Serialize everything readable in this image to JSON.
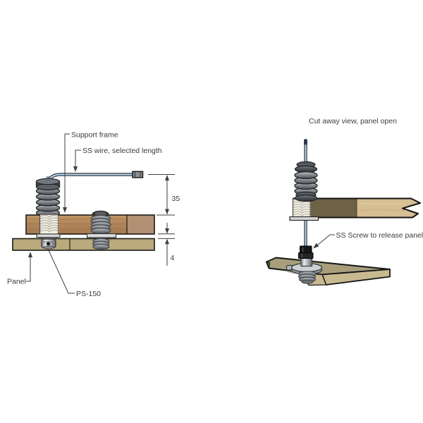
{
  "left_view": {
    "labels": {
      "support_frame": "Support frame",
      "ss_wire": "SS wire, selected length",
      "panel": "Panel",
      "product_code": "PS-150"
    },
    "dimensions": {
      "wire_to_frame": "35",
      "frame_to_panel_gap": "4"
    }
  },
  "right_view": {
    "caption": "Cut away view, panel open",
    "labels": {
      "ss_screw": "SS Screw to release panel"
    }
  },
  "colors": {
    "frame_wood": "#b0845a",
    "panel_wood": "#beae7f",
    "cut_face_dark": "#6d6246",
    "wood_tan": "#d7bf94",
    "panel_top": "#a89e7c",
    "panel_side": "#cdbe93",
    "wire_core": "#bdd2e0",
    "wire_outline": "#2b3a4a",
    "metal": "#a7acb1",
    "insert_white": "#f2efe6",
    "screw_black": "#17181a",
    "line": "#3f3f3f"
  }
}
